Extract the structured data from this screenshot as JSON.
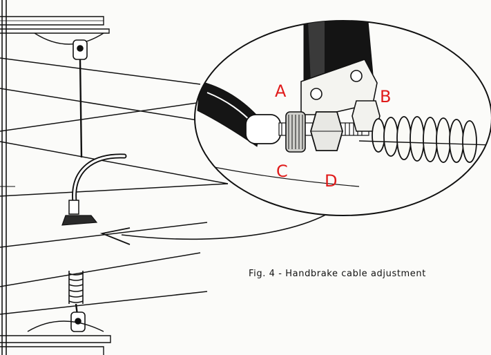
{
  "figure": {
    "caption": "Fig. 4 - Handbrake cable adjustment"
  },
  "annotations": {
    "markers": [
      "A",
      "B",
      "C",
      "D"
    ],
    "marker_color": "#e01b1b"
  },
  "style": {
    "ink": "#111111",
    "paper": "#fbfbf9"
  }
}
